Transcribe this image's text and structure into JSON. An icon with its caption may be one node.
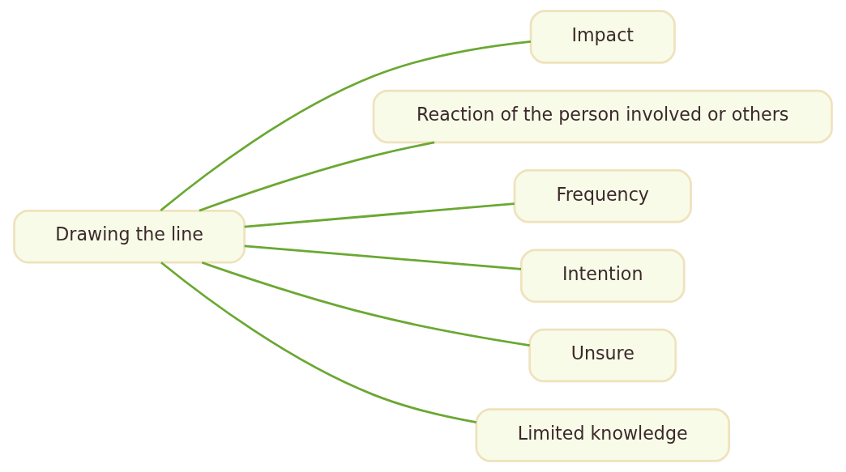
{
  "diagram": {
    "nodes": [
      {
        "text": [
          "Drawing the line"
        ]
      },
      {
        "text": [
          "Impact"
        ]
      },
      {
        "text": [
          "Reaction of the person involved or others"
        ]
      },
      {
        "text": [
          "Frequency"
        ]
      },
      {
        "text": [
          "Intention"
        ]
      },
      {
        "text": [
          "Unsure"
        ]
      },
      {
        "text": [
          "Limited knowledge"
        ]
      }
    ],
    "edges": [
      {
        "from": 0,
        "to": 1,
        "arrow": "none"
      },
      {
        "from": 0,
        "to": 2,
        "arrow": "none"
      },
      {
        "from": 0,
        "to": 3,
        "arrow": "none"
      },
      {
        "from": 0,
        "to": 4,
        "arrow": "none"
      },
      {
        "from": 0,
        "to": 5,
        "arrow": "none"
      },
      {
        "from": 0,
        "to": 6,
        "arrow": "none"
      }
    ]
  }
}
